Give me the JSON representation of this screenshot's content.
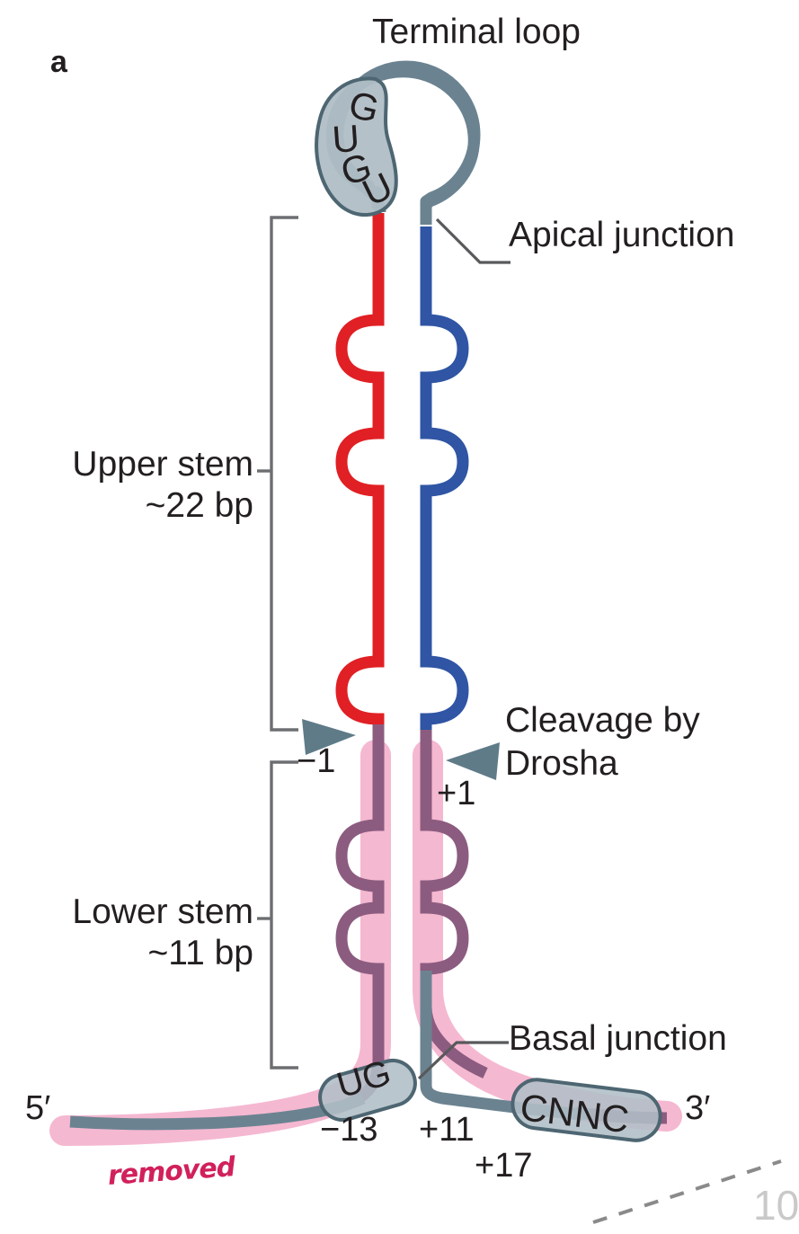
{
  "figure": {
    "panel_label": "a",
    "title_label": "Terminal loop"
  },
  "labels": {
    "terminal_loop": "Terminal loop",
    "apical_junction": "Apical junction",
    "cleavage_line1": "Cleavage by",
    "cleavage_line2": "Drosha",
    "basal_junction": "Basal junction",
    "upper_stem_name": "Upper stem",
    "upper_stem_size": "~22 bp",
    "lower_stem_name": "Lower stem",
    "lower_stem_size": "~11 bp",
    "five_prime": "5′",
    "three_prime": "3′"
  },
  "motifs": {
    "terminal_loop_motif": "GUGU",
    "terminal_loop_letters": [
      "G",
      "U",
      "G",
      "U"
    ],
    "basal_ug_motif": "UG",
    "basal_cnnc_motif": "CNNC"
  },
  "positions": {
    "minus_one": "−1",
    "plus_one": "+1",
    "minus_thirteen": "−13",
    "plus_eleven": "+11",
    "plus_seventeen": "+17"
  },
  "annotation": {
    "handwritten_note": "removed"
  },
  "corner": {
    "page_number_fragment": "10"
  },
  "colors": {
    "strand_gray": "#6b8391",
    "strand_red": "#e02024",
    "strand_blue": "#2f55a4",
    "highlight_pink": "#f4b4cf",
    "overlap_purple": "#8c5c80",
    "motif_capsule_fill": "#b0bec6",
    "motif_capsule_stroke": "#4d6672",
    "text_dark": "#231f20",
    "leader_gray": "#58595b",
    "bracket_gray": "#6d6e71",
    "handwriting": "#d1205a",
    "corner_gray": "#c9c9c9"
  }
}
